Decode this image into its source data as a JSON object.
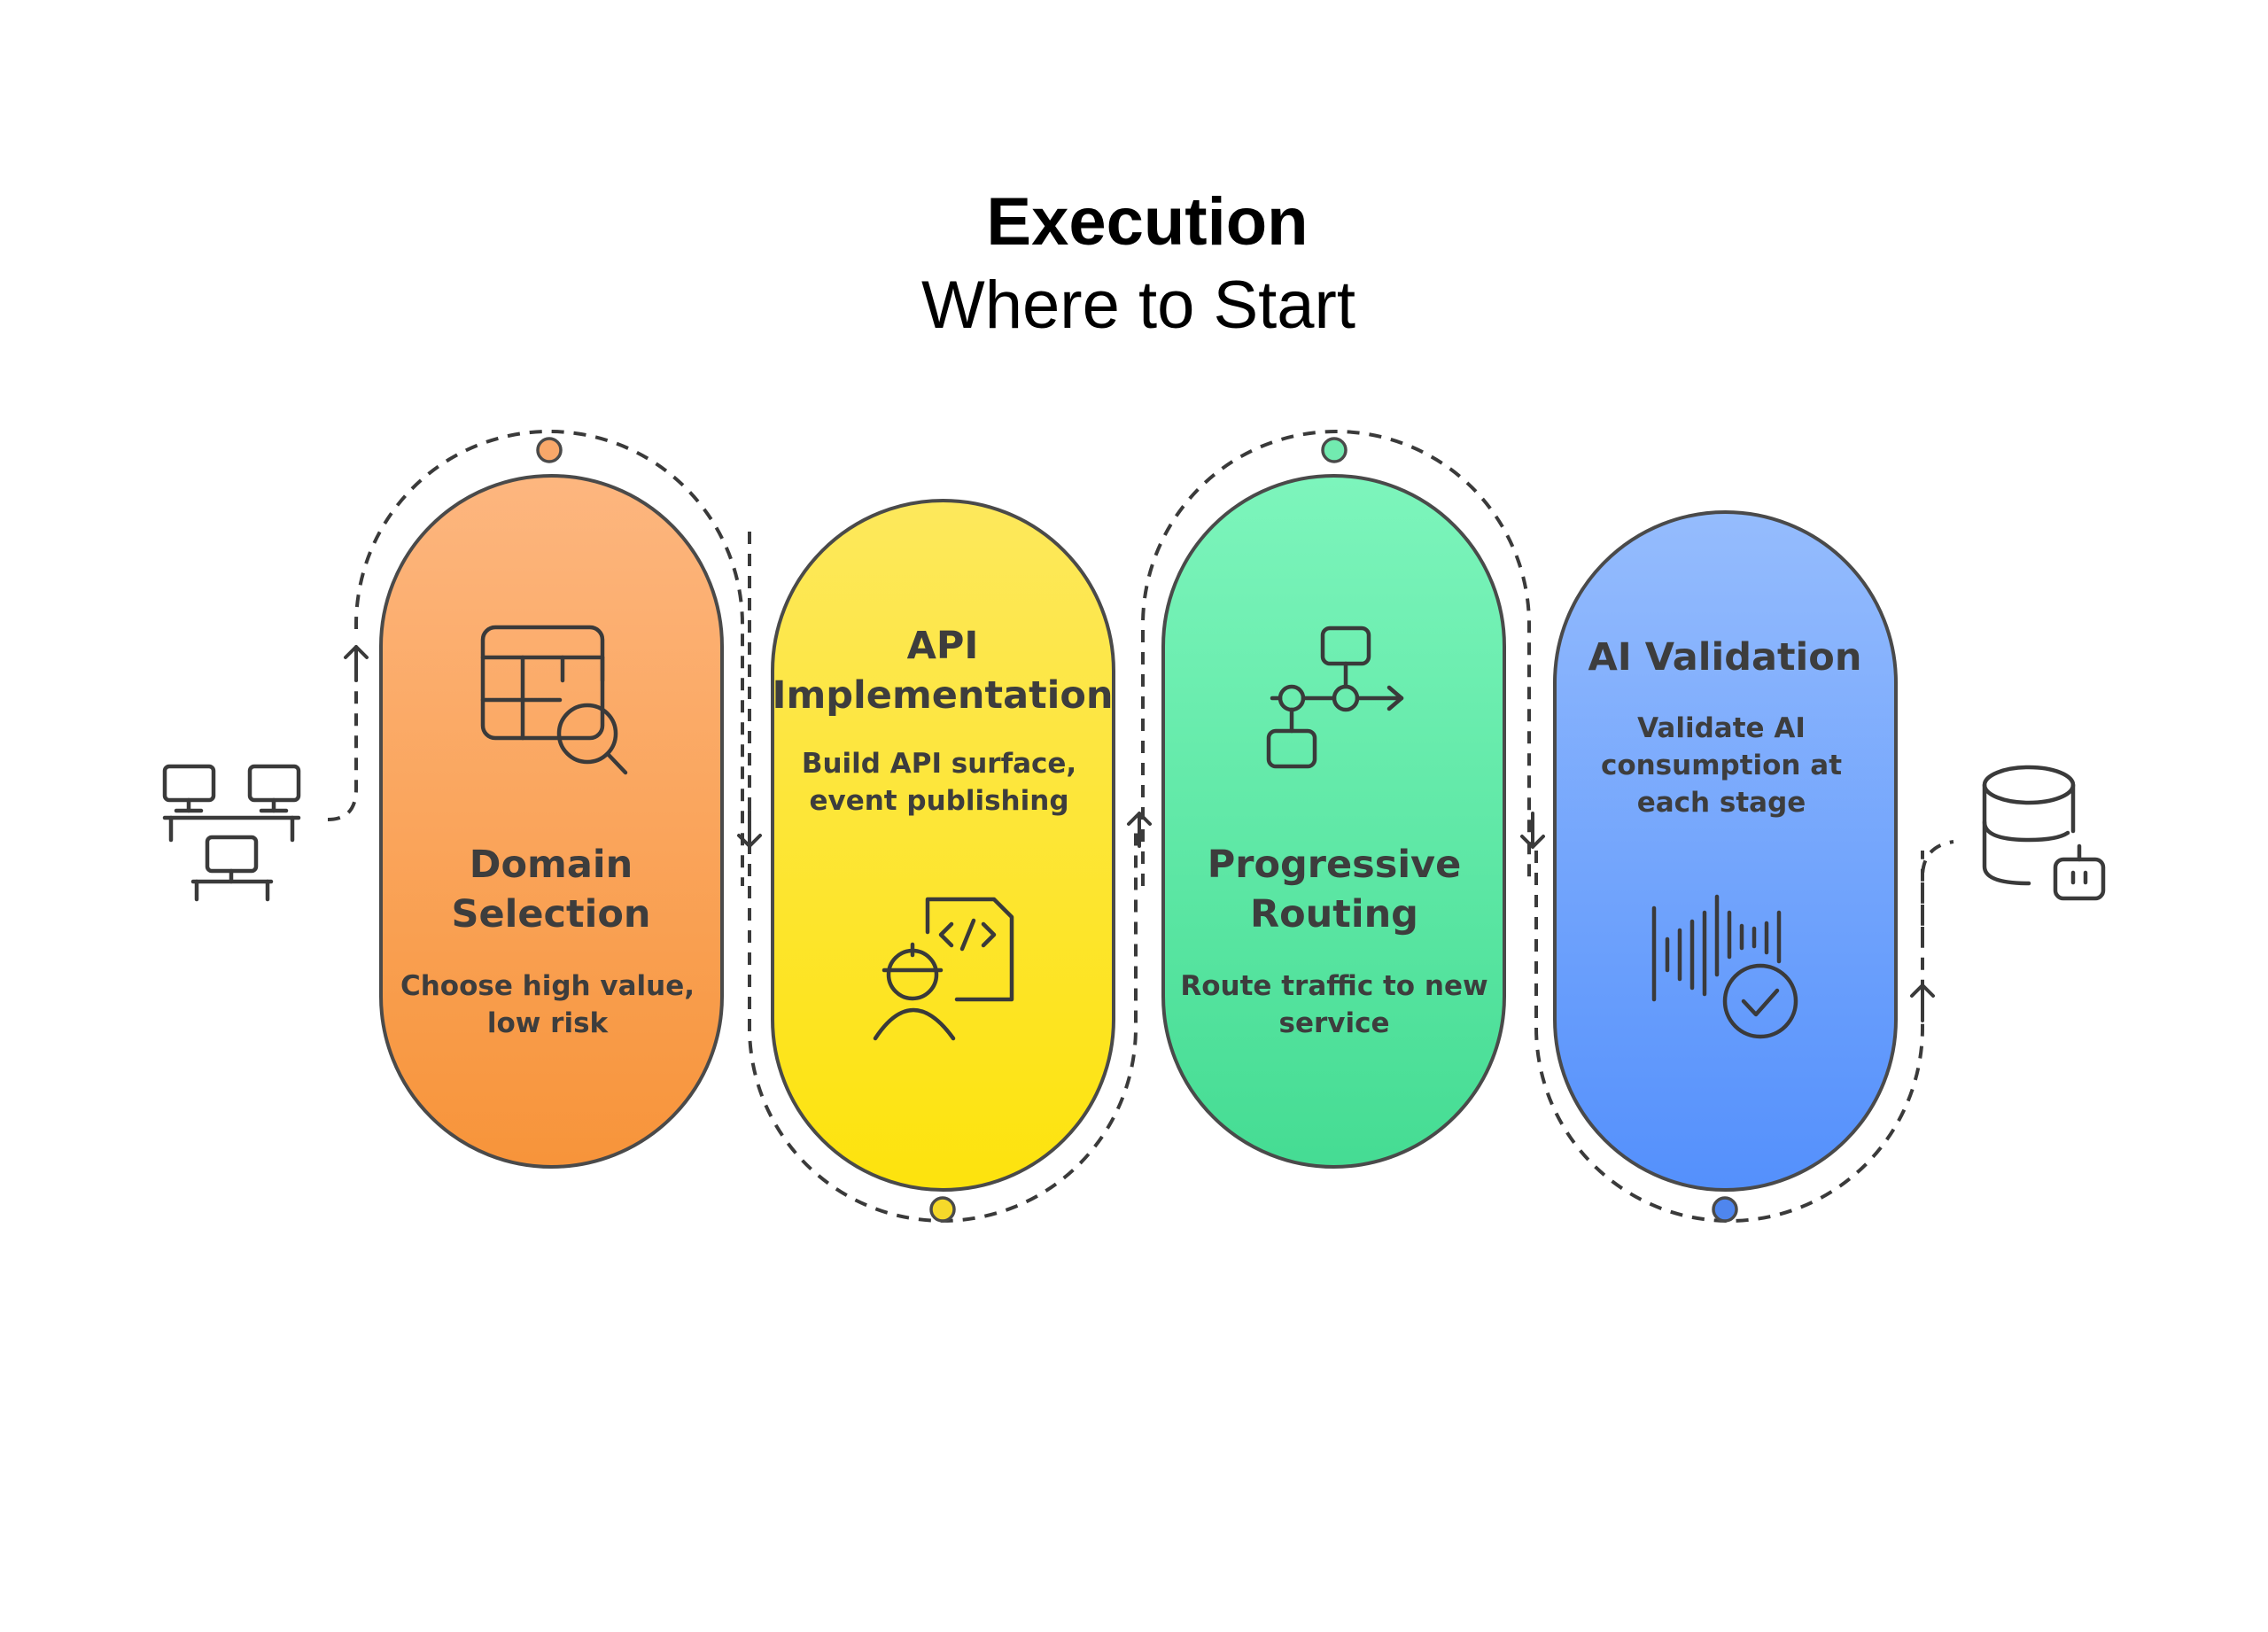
{
  "heading": {
    "title": "Execution",
    "subtitle": "Where to Start"
  },
  "stages": [
    {
      "id": "domain-selection",
      "title_lines": [
        "Domain",
        "Selection"
      ],
      "description_lines": [
        "Choose high value,",
        "low risk"
      ],
      "icon": "table-search-icon",
      "color_top": "#fdb67f",
      "color_bottom": "#f7943a",
      "dot_color": "#f9a86a"
    },
    {
      "id": "api-implementation",
      "title_lines": [
        "API",
        "Implementation"
      ],
      "description_lines": [
        "Build API surface,",
        "event publishing"
      ],
      "icon": "developer-code-icon",
      "color_top": "#fde85c",
      "color_bottom": "#fde30d",
      "dot_color": "#f6d92a"
    },
    {
      "id": "progressive-routing",
      "title_lines": [
        "Progressive",
        "Routing"
      ],
      "description_lines": [
        "Route traffic to new",
        "service"
      ],
      "icon": "routing-flow-icon",
      "color_top": "#7df5bc",
      "color_bottom": "#45dc93",
      "dot_color": "#72eab0"
    },
    {
      "id": "ai-validation",
      "title_lines": [
        "AI Validation"
      ],
      "description_lines": [
        "Validate AI",
        "consumption at",
        "each stage"
      ],
      "icon": "waveform-check-icon",
      "color_top": "#95bcfd",
      "color_bottom": "#5490fc",
      "dot_color": "#4f86ee"
    }
  ],
  "endpoints": {
    "start_icon": "networked-computers-icon",
    "end_icon": "database-bot-icon"
  }
}
